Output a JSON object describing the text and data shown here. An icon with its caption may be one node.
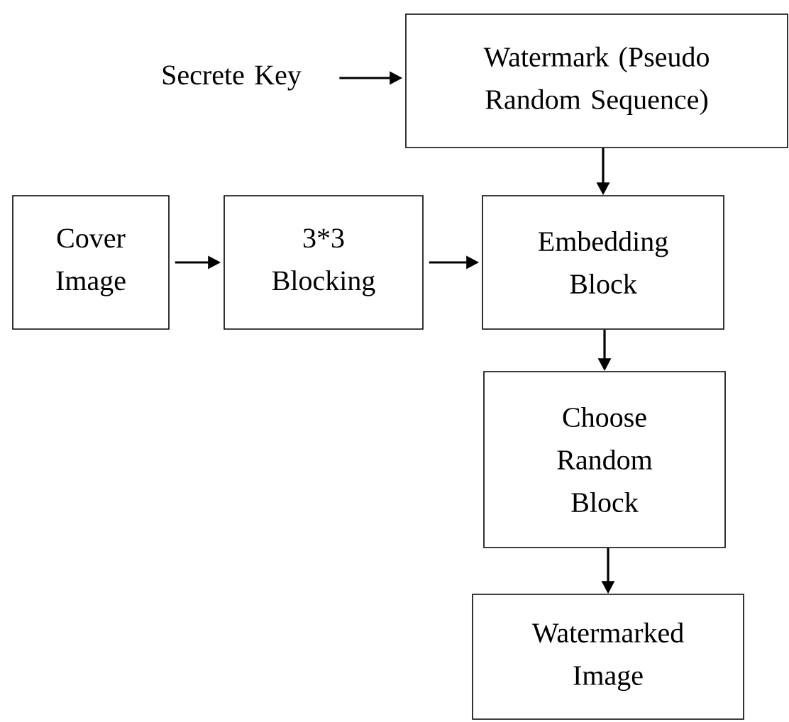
{
  "diagram": {
    "nodes": [
      {
        "text": [
          "Secrete Key"
        ]
      },
      {
        "text": [
          "Watermark (Pseudo Random Sequence)"
        ]
      },
      {
        "text": [
          "Cover Image"
        ]
      },
      {
        "text": [
          "3*3 Blocking"
        ]
      },
      {
        "text": [
          "Embedding Block"
        ]
      },
      {
        "text": [
          "Choose Random Block"
        ]
      },
      {
        "text": [
          "Watermarked Image"
        ]
      }
    ],
    "edges": [
      {
        "from": 0,
        "to": 1,
        "arrow": "to"
      },
      {
        "from": 1,
        "to": 4,
        "arrow": "to"
      },
      {
        "from": 2,
        "to": 3,
        "arrow": "to"
      },
      {
        "from": 3,
        "to": 4,
        "arrow": "to"
      },
      {
        "from": 4,
        "to": 5,
        "arrow": "to"
      },
      {
        "from": 5,
        "to": 6,
        "arrow": "to"
      }
    ]
  }
}
